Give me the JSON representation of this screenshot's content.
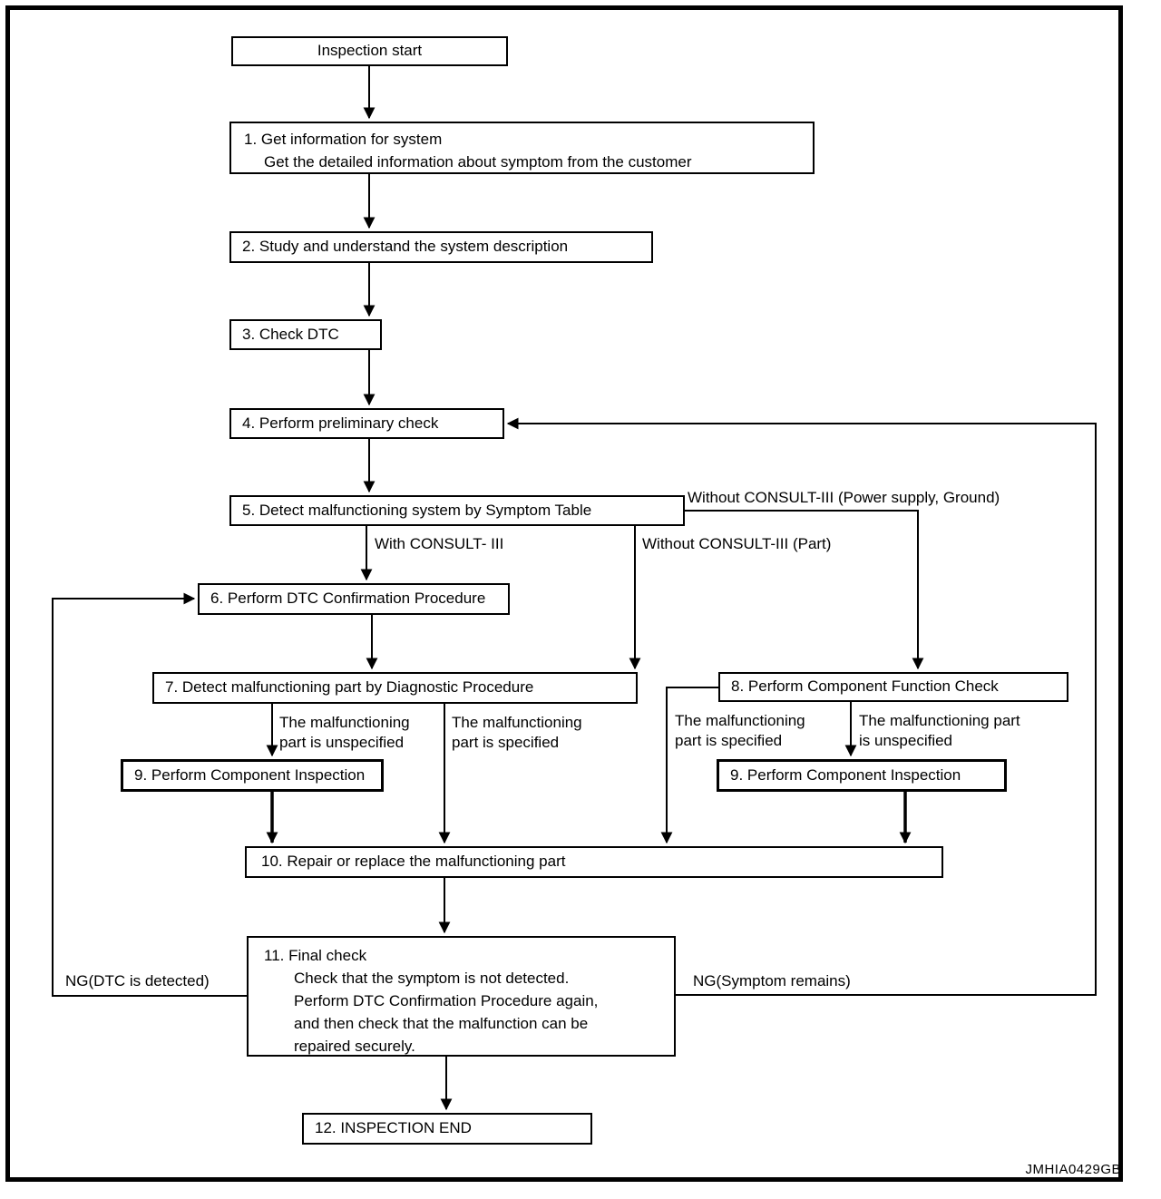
{
  "diagram": {
    "figure_code": "JMHIA0429GB",
    "colors": {
      "line": "#000000",
      "background": "#ffffff",
      "box_fill": "#ffffff"
    },
    "boxes": {
      "start": {
        "label": "Inspection start"
      },
      "step1": {
        "lines": [
          "1. Get information for system",
          "Get the detailed information about symptom from the customer"
        ]
      },
      "step2": {
        "label": "2. Study and understand the system description"
      },
      "step3": {
        "label": "3. Check DTC"
      },
      "step4": {
        "label": "4. Perform preliminary check"
      },
      "step5": {
        "label": "5. Detect malfunctioning system by Symptom Table"
      },
      "step6": {
        "label": "6. Perform DTC Confirmation Procedure"
      },
      "step7": {
        "label": "7. Detect malfunctioning part by Diagnostic Procedure"
      },
      "step8": {
        "label": "8. Perform Component Function Check"
      },
      "step9_left": {
        "label": "9. Perform Component Inspection"
      },
      "step9_right": {
        "label": "9. Perform Component Inspection"
      },
      "step10": {
        "label": "10. Repair or replace the malfunctioning part"
      },
      "step11": {
        "title": "11. Final check",
        "lines": [
          "Check that the symptom is not detected.",
          "Perform DTC Confirmation Procedure again,",
          "and then check that the malfunction can be",
          "repaired securely."
        ]
      },
      "step12": {
        "label": "12. INSPECTION END"
      }
    },
    "edge_labels": {
      "with_consult": "With CONSULT- III",
      "without_consult_part": "Without CONSULT-III (Part)",
      "without_consult_power": "Without CONSULT-III (Power supply, Ground)",
      "step7_unspecified": [
        "The malfunctioning",
        "part is unspecified"
      ],
      "step7_specified": [
        "The malfunctioning",
        "part is specified"
      ],
      "step8_specified": [
        "The malfunctioning",
        "part is specified"
      ],
      "step8_unspecified": [
        "The malfunctioning part",
        "is unspecified"
      ],
      "ng_dtc": "NG(DTC is detected)",
      "ng_symptom": "NG(Symptom remains)"
    }
  }
}
